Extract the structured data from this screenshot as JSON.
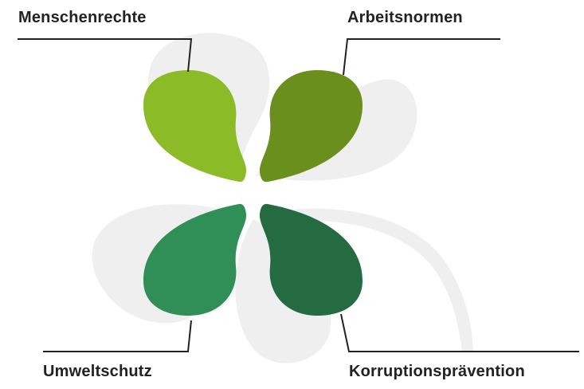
{
  "labels": {
    "top_left": "Menschenrechte",
    "top_right": "Arbeitsnormen",
    "bottom_left": "Umweltschutz",
    "bottom_right": "Korruptionsprävention"
  },
  "colors": {
    "top_left_leaf": "#8bbb26",
    "top_right_leaf": "#6a8f1c",
    "bottom_left_leaf": "#2f8f57",
    "bottom_right_leaf": "#256b41",
    "shadow": "#efefef",
    "leader_line": "#222222"
  }
}
